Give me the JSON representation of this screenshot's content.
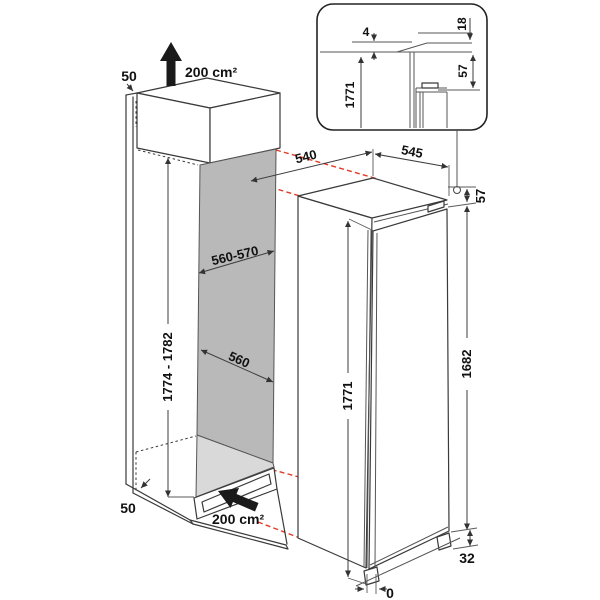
{
  "diagram": {
    "type": "built-in refrigerator installation dimensions drawing",
    "units": "mm",
    "colors": {
      "line": "#3a3a3a",
      "text": "#111111",
      "niche_panel_gray": "#b9b9b9",
      "niche_floor_gray": "#d9d9d9",
      "projection_red": "#e23b26",
      "background": "#ffffff"
    },
    "labels": {
      "top_clearance": "50",
      "top_vent_area": "200 cm²",
      "niche_width": "560-570",
      "niche_depth": "560",
      "niche_height": "1774 - 1782",
      "bottom_clearance": "50",
      "bottom_vent_area": "200 cm²",
      "appliance_depth": "540",
      "appliance_width": "545",
      "appliance_top_gap": "57",
      "door_height": "1682",
      "appliance_height": "1771",
      "plinth_height": "32",
      "front_flush": "0",
      "inset_gap": "4",
      "inset_deflector_height": "18",
      "inset_niche_height": "1771",
      "inset_hinge_clearance": "57"
    }
  }
}
